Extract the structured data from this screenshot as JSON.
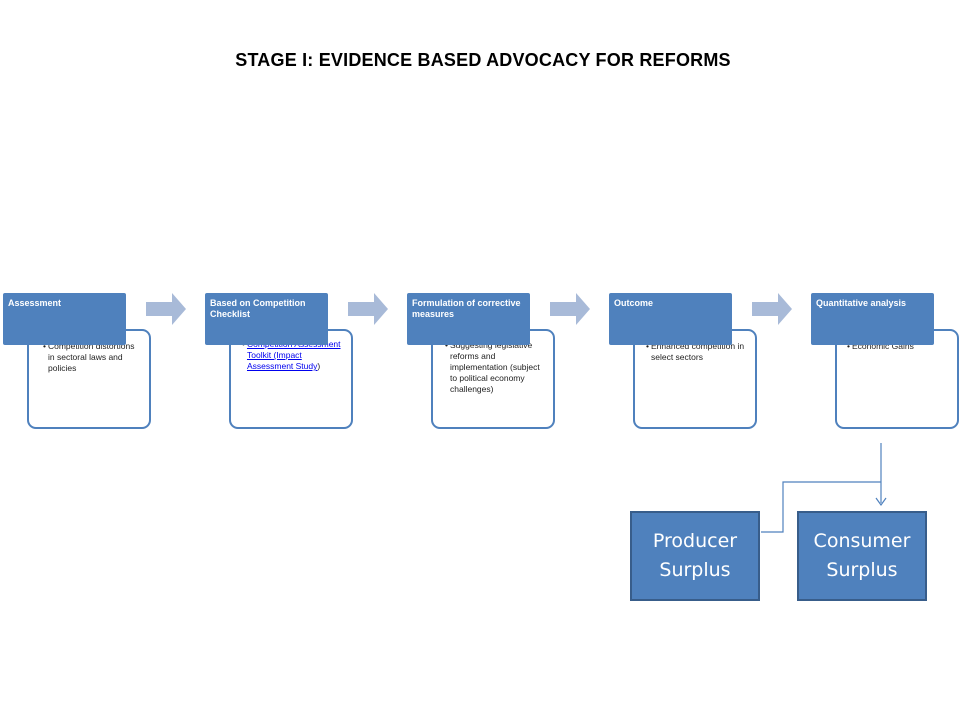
{
  "title": "STAGE I: EVIDENCE BASED ADVOCACY FOR REFORMS",
  "steps": [
    {
      "header": "Assessment",
      "bullet": "•",
      "text": "Competition distortions in sectoral laws and policies"
    },
    {
      "header": "Based on Competition Checklist",
      "bullet": "•",
      "link_text": "Competition Assessment Toolkit (Impact Assessment Study",
      "after_link": ")"
    },
    {
      "header": "Formulation of corrective measures",
      "bullet": "•",
      "text": "Suggesting legislative reforms and implementation (subject to political economy challenges)"
    },
    {
      "header": "Outcome",
      "bullet": "•",
      "text": "Enhanced competition in select sectors"
    },
    {
      "header": "Quantitative analysis",
      "bullet": "•",
      "text": "Economic Gains"
    }
  ],
  "producer_surplus": {
    "line1": "Producer",
    "line2": "Surplus"
  },
  "consumer_surplus": {
    "line1": "Consumer",
    "line2": "Surplus"
  },
  "colors": {
    "accent": "#4f81bd",
    "accent_dark": "#385d8a",
    "arrow": "#a8bad8"
  }
}
